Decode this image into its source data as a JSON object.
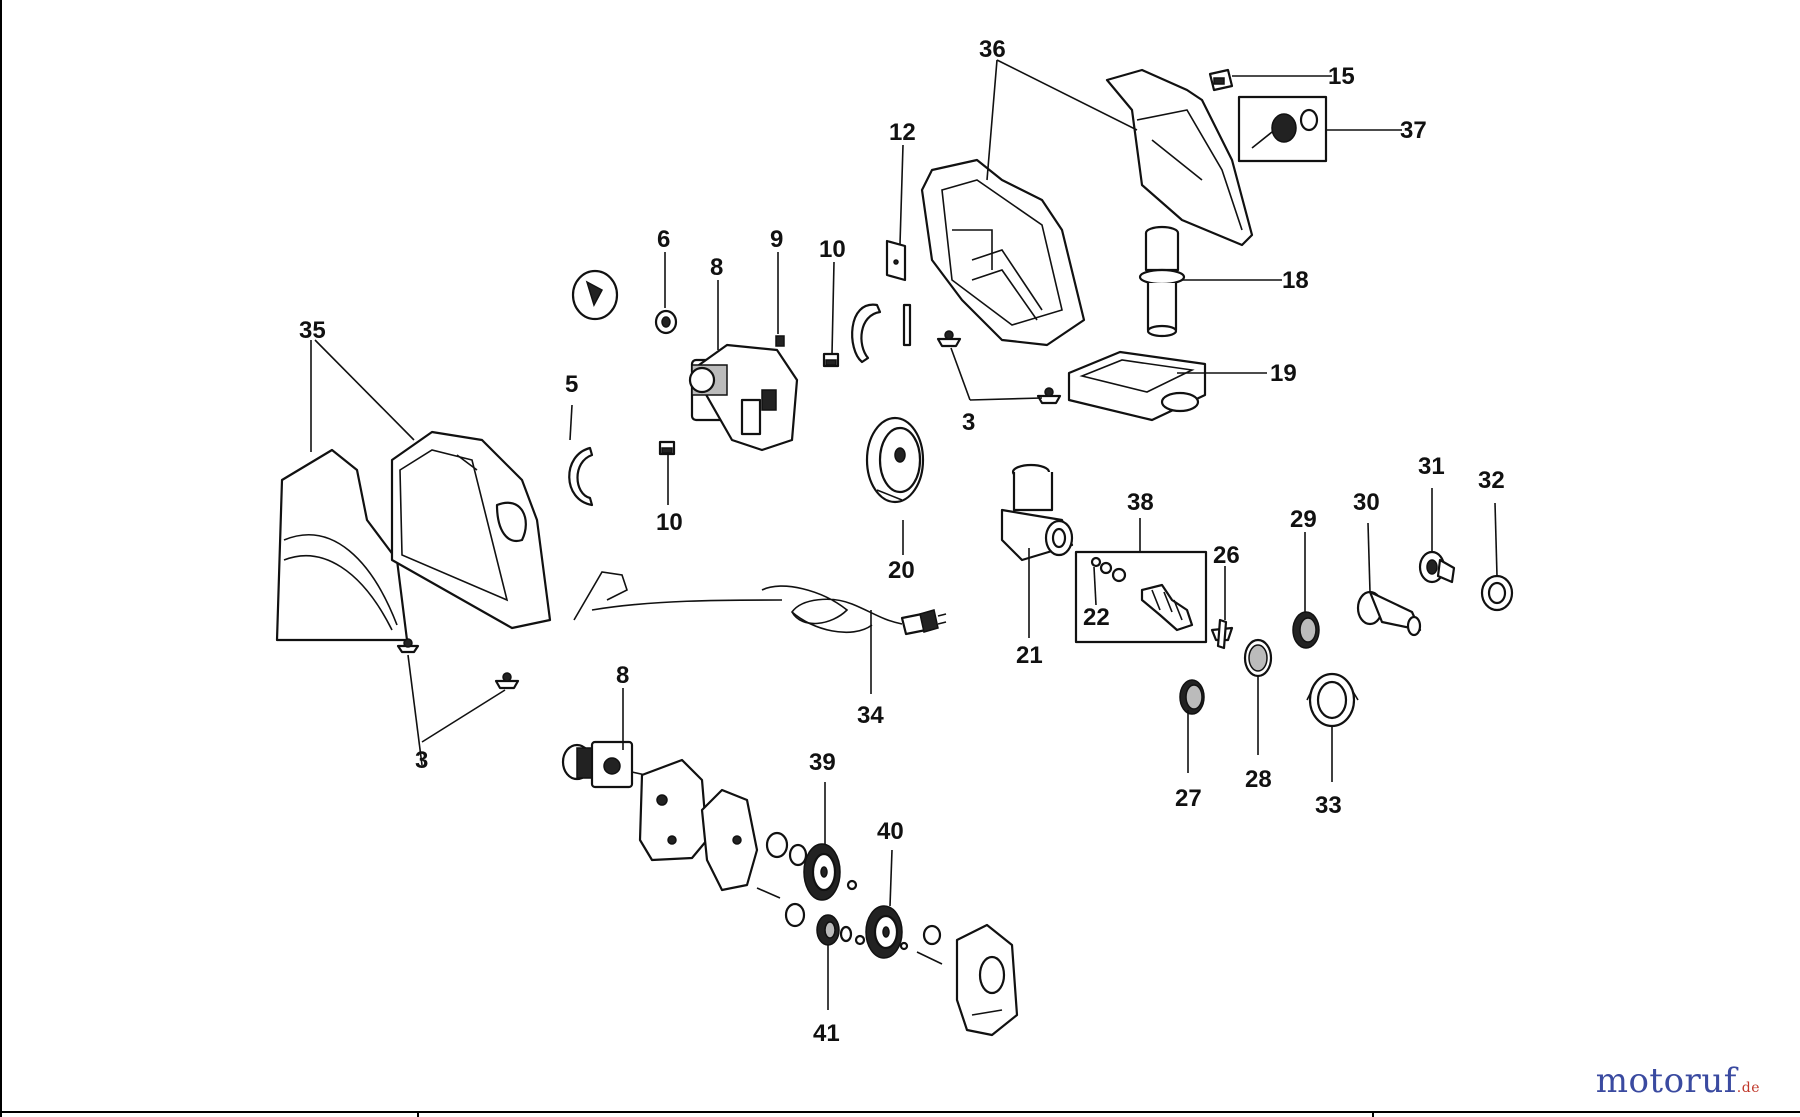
{
  "labels": {
    "l3a": "3",
    "l3b": "3",
    "l5": "5",
    "l6": "6",
    "l8a": "8",
    "l8b": "8",
    "l9": "9",
    "l10a": "10",
    "l10b": "10",
    "l12": "12",
    "l15": "15",
    "l18": "18",
    "l19": "19",
    "l20": "20",
    "l21": "21",
    "l22": "22",
    "l26": "26",
    "l27": "27",
    "l28": "28",
    "l29": "29",
    "l30": "30",
    "l31": "31",
    "l32": "32",
    "l33": "33",
    "l34": "34",
    "l35": "35",
    "l36": "36",
    "l37": "37",
    "l38": "38",
    "l39": "39",
    "l40": "40",
    "l41": "41"
  },
  "watermark": "motoruf",
  "watermark_suffix": ".de"
}
